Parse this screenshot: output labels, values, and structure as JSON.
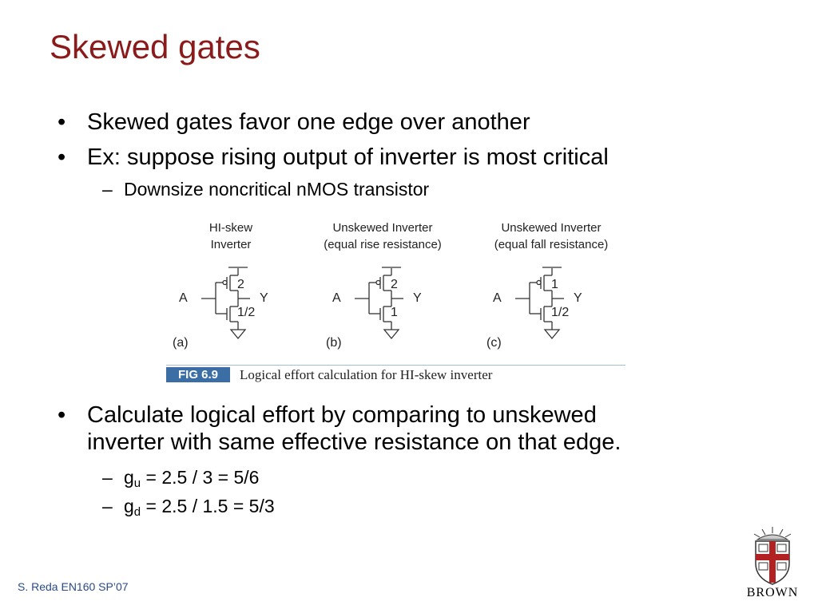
{
  "slide": {
    "title": "Skewed gates",
    "bullets": [
      "Skewed gates favor one edge over another",
      "Ex: suppose rising output of inverter is most critical"
    ],
    "bullet_glyph": "•",
    "dash_glyph": "–",
    "sub_bullet_1": "Downsize noncritical nMOS transistor",
    "bullet_3_line_1": "Calculate logical effort by comparing to unskewed",
    "bullet_3_line_2": "inverter with same effective resistance on that edge.",
    "gu": {
      "g": "g",
      "sub": "u",
      "rest": " = 2.5 / 3 = 5/6"
    },
    "gd": {
      "g": "g",
      "sub": "d",
      "rest": " = 2.5 / 1.5 = 5/3"
    }
  },
  "figure": {
    "circuits": [
      {
        "title_1": "HI-skew",
        "title_2": "Inverter",
        "p_size": "2",
        "n_size": "1/2",
        "letter": "(a)"
      },
      {
        "title_1": "Unskewed Inverter",
        "title_2": "(equal rise resistance)",
        "p_size": "2",
        "n_size": "1",
        "letter": "(b)"
      },
      {
        "title_1": "Unskewed Inverter",
        "title_2": "(equal fall resistance)",
        "p_size": "1",
        "n_size": "1/2",
        "letter": "(c)"
      }
    ],
    "input_label": "A",
    "output_label": "Y",
    "tag": "FIG 6.9",
    "caption": "Logical effort calculation for HI-skew inverter"
  },
  "footer": {
    "text": "S. Reda EN160 SP’07"
  },
  "logo": {
    "text": "BROWN"
  },
  "colors": {
    "title": "#8B1A1A",
    "footer": "#2a4a8a",
    "fig_tag": "#3a6ea5"
  }
}
